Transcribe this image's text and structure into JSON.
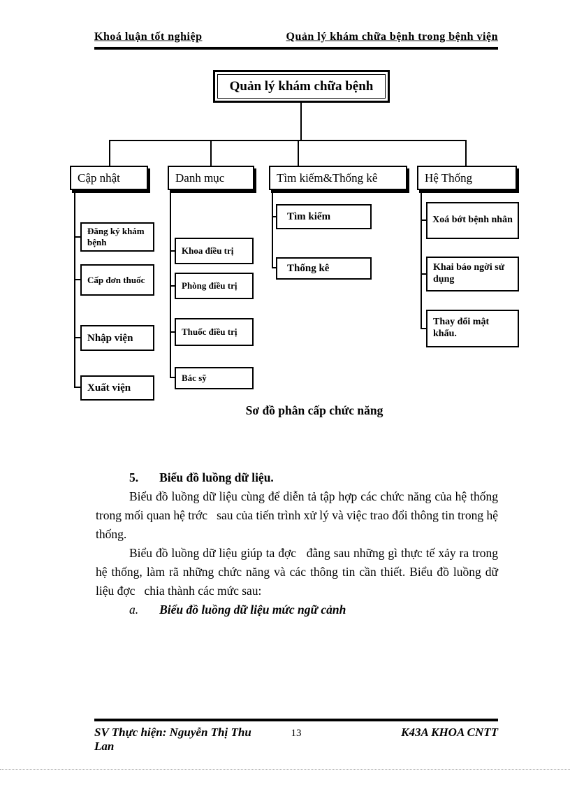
{
  "header": {
    "left": "Khoá luận tốt nghiệp",
    "right": "Quản lý khám chữa bệnh trong bệnh viện"
  },
  "diagram": {
    "root": "Quản lý khám chữa bệnh",
    "caption": "Sơ đồ phân cấp chức năng",
    "branches": [
      {
        "label": "Cập nhật",
        "children": [
          "Đăng ký khám bệnh",
          "Cấp đơn thuốc",
          "Nhập viện",
          "Xuất viện"
        ]
      },
      {
        "label": "Danh mục",
        "children": [
          "Khoa điều trị",
          "Phòng điều trị",
          "Thuốc điều trị",
          "Bác sỹ"
        ]
      },
      {
        "label": "Tìm kiếm&Thống kê",
        "children": [
          "Tìm kiếm",
          "Thống kê"
        ]
      },
      {
        "label": "Hệ Thống",
        "children": [
          "Xoá bớt bệnh nhân",
          "Khai báo ngời sử dụng",
          "Thay đổi mật khẩu."
        ]
      }
    ]
  },
  "body": {
    "heading_number": "5.",
    "heading_title": "Biểu đồ luồng dữ liệu.",
    "paragraph1": "Biểu đồ luồng dữ liệu cùng để diễn tả tập hợp các chức năng của hệ thống trong mối quan hệ trớc   sau của tiến trình xử lý và việc trao đổi thông tin trong hệ thống.",
    "paragraph2": "Biểu đồ luồng dữ liệu giúp ta đợc   đằng sau những gì thực tế xảy ra trong hệ thống, làm rã những chức năng và các thông tin cần thiết. Biểu đồ luồng dữ liệu đợc   chia thành các mức sau:",
    "sub_number": "a.",
    "sub_title": "Biểu đồ luồng dữ liệu mức ngữ cảnh"
  },
  "footer": {
    "left": "SV Thực hiện: Nguyễn Thị Thu Lan",
    "page": "13",
    "right": "K43A KHOA CNTT"
  }
}
